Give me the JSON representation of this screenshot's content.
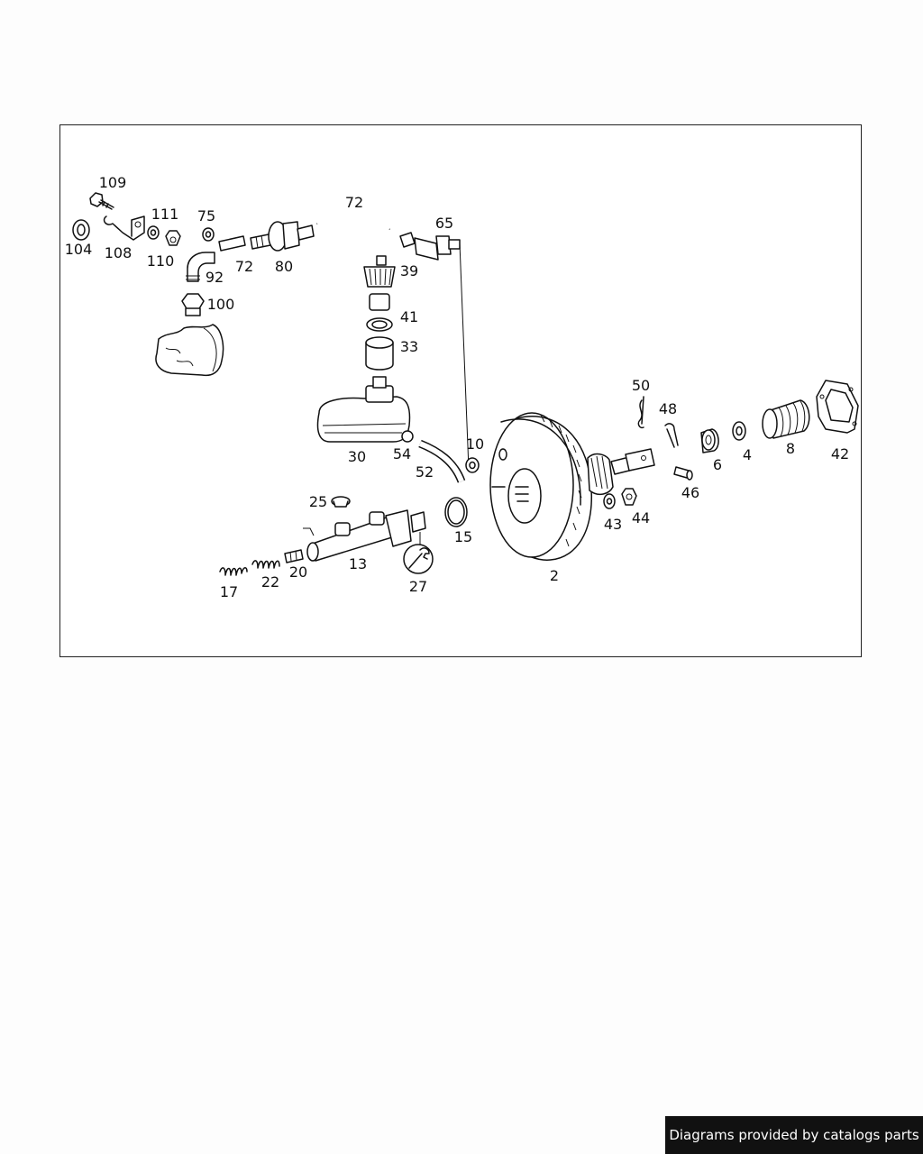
{
  "footer": {
    "credit": "Diagrams provided by catalogs parts"
  },
  "colors": {
    "line": "#111111",
    "background": "#ffffff",
    "badge": "#111111"
  },
  "callouts": {
    "c109": "109",
    "c104": "104",
    "c108": "108",
    "c111": "111",
    "c110": "110",
    "c75": "75",
    "c72a": "72",
    "c72b": "72",
    "c80": "80",
    "c92": "92",
    "c100": "100",
    "c65": "65",
    "c39": "39",
    "c41": "41",
    "c33": "33",
    "c30": "30",
    "c54": "54",
    "c52": "52",
    "c10": "10",
    "c15": "15",
    "c25": "25",
    "c13": "13",
    "c20": "20",
    "c22": "22",
    "c17": "17",
    "c27": "27",
    "c2": "2",
    "c50": "50",
    "c48": "48",
    "c43": "43",
    "c44": "44",
    "c46": "46",
    "c6": "6",
    "c4": "4",
    "c8": "8",
    "c42": "42"
  }
}
